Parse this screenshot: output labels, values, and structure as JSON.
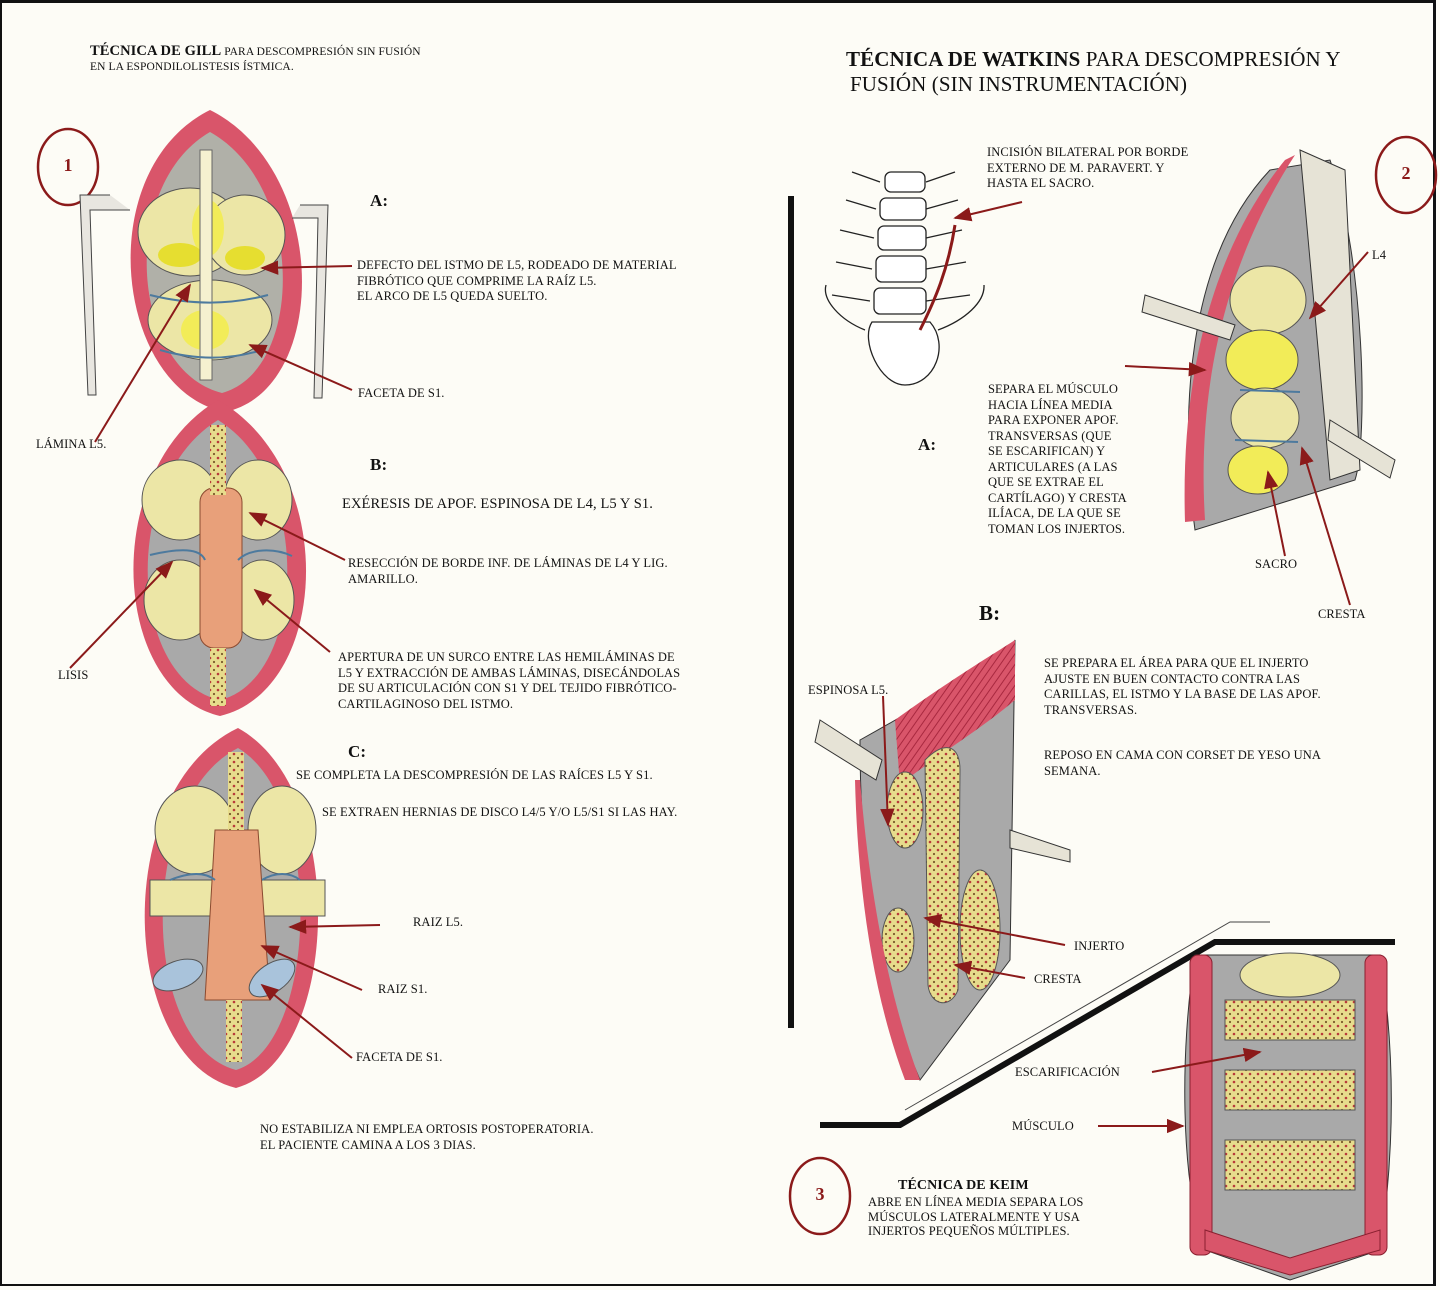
{
  "colors": {
    "bone": "#ece6a6",
    "muscle": "#d9556a",
    "arrow": "#8b1a1a",
    "gray": "#a9a9a9",
    "facet": "#a9c3db",
    "dura": "#e8a07a"
  },
  "circles": {
    "one": "1",
    "two": "2",
    "three": "3"
  },
  "gill": {
    "title_bold": "TÉCNICA DE GILL",
    "title_rest": " PARA DESCOMPRESIÓN SIN FUSIÓN",
    "title_line2": "EN LA ESPONDILOLISTESIS ÍSTMICA.",
    "a_label": "A:",
    "a_text": [
      "DEFECTO DEL ISTMO DE L5, RODEADO DE MATERIAL",
      "FIBRÓTICO  QUE COMPRIME LA RAÍZ  L5.",
      "EL ARCO DE L5 QUEDA SUELTO."
    ],
    "faceta_s1_a": "FACETA DE S1.",
    "lamina": "LÁMINA L5.",
    "b_label": "B:",
    "b_title": "EXÉRESIS DE APOF. ESPINOSA DE L4, L5 Y S1.",
    "b_reseccion": [
      "RESECCIÓN DE BORDE INF.  DE LÁMINAS DE L4 Y LIG.",
      "AMARILLO."
    ],
    "lisis": "LISIS",
    "b_apertura": [
      "APERTURA DE UN SURCO ENTRE LAS HEMILÁMINAS DE",
      "L5 Y EXTRACCIÓN DE AMBAS LÁMINAS, DISECÁNDOLAS",
      "DE SU ARTICULACIÓN  CON S1 Y DEL TEJIDO FIBRÓTICO-",
      "CARTILAGINOSO DEL ISTMO."
    ],
    "c_label": "C:",
    "c_text1": "SE COMPLETA LA DESCOMPRESIÓN DE LAS RAÍCES  L5 Y S1.",
    "c_text2": "SE EXTRAEN HERNIAS DE DISCO L4/5 Y/O L5/S1 SI LAS HAY.",
    "raiz_l5": "RAIZ L5.",
    "raiz_s1": "RAIZ S1.",
    "faceta_s1_c": "FACETA DE S1.",
    "footer": [
      "NO ESTABILIZA NI EMPLEA ORTOSIS POSTOPERATORIA.",
      "EL PACIENTE CAMINA A LOS 3 DIAS."
    ]
  },
  "watkins": {
    "title_bold": "TÉCNICA DE WATKINS",
    "title_rest": " PARA DESCOMPRESIÓN Y",
    "title_line2": "FUSIÓN (SIN INSTRUMENTACIÓN)",
    "incision": [
      "INCISIÓN BILATERAL POR BORDE",
      "EXTERNO DE M. PARAVERT. Y",
      "HASTA EL SACRO."
    ],
    "l4": "L4",
    "a_label": "A:",
    "a_text": [
      "SEPARA EL  MÚSCULO",
      "HACIA LÍNEA MEDIA",
      "PARA   EXPONER APOF.",
      "TRANSVERSAS (QUE",
      "SE ESCARIFICAN) Y",
      "ARTICULARES (A LAS",
      "QUE SE EXTRAE EL",
      "CARTÍLAGO) Y CRESTA",
      "ILÍACA, DE LA QUE SE",
      "TOMAN LOS INJERTOS."
    ],
    "sacro": "SACRO",
    "cresta_a": "CRESTA",
    "b_label": "B:",
    "b_text": [
      "SE PREPARA EL ÁREA PARA QUE EL INJERTO",
      "AJUSTE EN BUEN CONTACTO CONTRA LAS",
      "CARILLAS, EL ISTMO Y LA BASE DE LAS APOF.",
      "TRANSVERSAS."
    ],
    "b_reposo": [
      "REPOSO EN CAMA CON CORSET DE YESO UNA",
      "SEMANA."
    ],
    "espinosa": "ESPINOSA L5.",
    "injerto": "INJERTO",
    "cresta_b": "CRESTA"
  },
  "keim": {
    "title": "TÉCNICA DE KEIM",
    "text": [
      "ABRE EN LÍNEA MEDIA SEPARA LOS",
      "MÚSCULOS LATERALMENTE Y USA",
      "INJERTOS PEQUEÑOS MÚLTIPLES."
    ],
    "escarificacion": "ESCARIFICACIÓN",
    "musculo": "MÚSCULO"
  }
}
